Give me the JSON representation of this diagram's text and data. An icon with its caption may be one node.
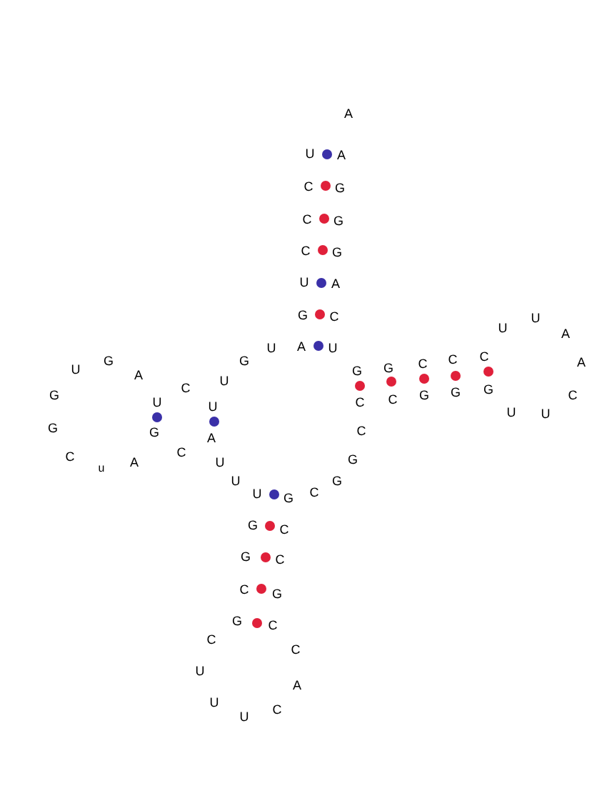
{
  "diagram": {
    "labels": [
      "A",
      "U",
      "A",
      "C",
      "G",
      "C",
      "G",
      "C",
      "G",
      "U",
      "A",
      "G",
      "C",
      "U",
      "U",
      "A",
      "U",
      "A",
      "U",
      "G",
      "G",
      "G",
      "G",
      "C",
      "C",
      "C",
      "A",
      "U",
      "A",
      "U",
      "G",
      "C",
      "C",
      "C",
      "G",
      "G",
      "G",
      "C",
      "U",
      "U",
      "U",
      "U",
      "G",
      "G",
      "A",
      "C",
      "C",
      "A",
      "C",
      "U",
      "G",
      "u",
      "U",
      "G",
      "U",
      "G",
      "C",
      "G",
      "C",
      "G",
      "C",
      "C",
      "G",
      "G",
      "C",
      "C",
      "C",
      "U",
      "A",
      "U",
      "C",
      "U"
    ]
  }
}
